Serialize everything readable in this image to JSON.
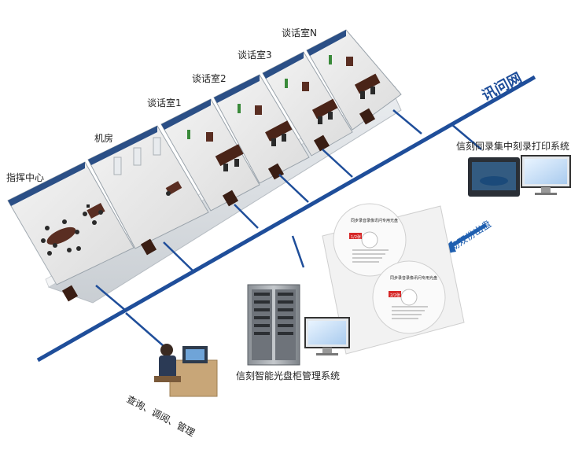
{
  "network": {
    "label": "讯问网",
    "color": "#1f4e9a"
  },
  "rooms": [
    {
      "label": "指挥中心"
    },
    {
      "label": "机房"
    },
    {
      "label": "谈话室1"
    },
    {
      "label": "谈话室2"
    },
    {
      "label": "谈话室3"
    },
    {
      "label": "谈话室N"
    }
  ],
  "systems": {
    "burn_print": "信刻同录集中刻录打印系统",
    "cabinet": "信刻智能光盘柜管理系统",
    "auto_output": "自动双份出盘",
    "query": "查询、调阅、管理"
  },
  "discs": [
    {
      "title": "同步录音录像讯问专用光盘",
      "badge": "1/2张"
    },
    {
      "title": "同步录音录像讯问专用光盘",
      "badge": "2/2张"
    }
  ],
  "colors": {
    "accent": "#1f4e9a",
    "arrow": "#1f5fb0",
    "badge": "#d62828"
  }
}
